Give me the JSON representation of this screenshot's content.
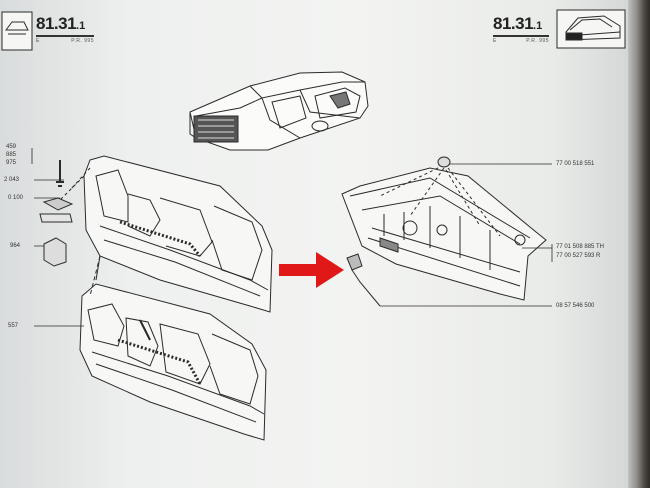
{
  "header": {
    "left": {
      "ref_main": "81.31",
      "ref_sub": ".1",
      "code_e": "E",
      "code_pr": "P.R. 995"
    },
    "right": {
      "ref_main": "81.31",
      "ref_sub": ".1",
      "code_e": "E",
      "code_pr": "P.R. 995"
    }
  },
  "left_labels": [
    "459",
    "885",
    "975",
    "2 043",
    "0 100",
    "964",
    "557"
  ],
  "part_numbers": {
    "top_grommet": "77 00 518 551",
    "panel_a": "77 01 508 885",
    "panel_a_suffix": "TH",
    "panel_b": "77 00 527 593",
    "panel_b_suffix": "R",
    "clip": "08 57 546 500"
  },
  "colors": {
    "arrow": "#e01818",
    "ink": "#2b2b2b",
    "paper": "#f1f2f0"
  }
}
